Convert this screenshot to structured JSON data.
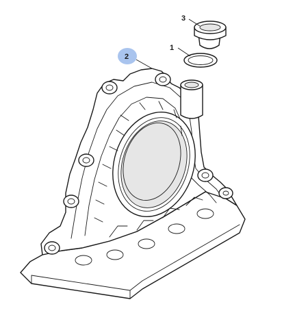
{
  "callouts": [
    {
      "label": "1"
    },
    {
      "label": "2"
    },
    {
      "label": "3"
    }
  ],
  "colors": {
    "highlight_bubble": "#a9c4ee",
    "line": "#1a1a1a",
    "background": "#ffffff"
  }
}
